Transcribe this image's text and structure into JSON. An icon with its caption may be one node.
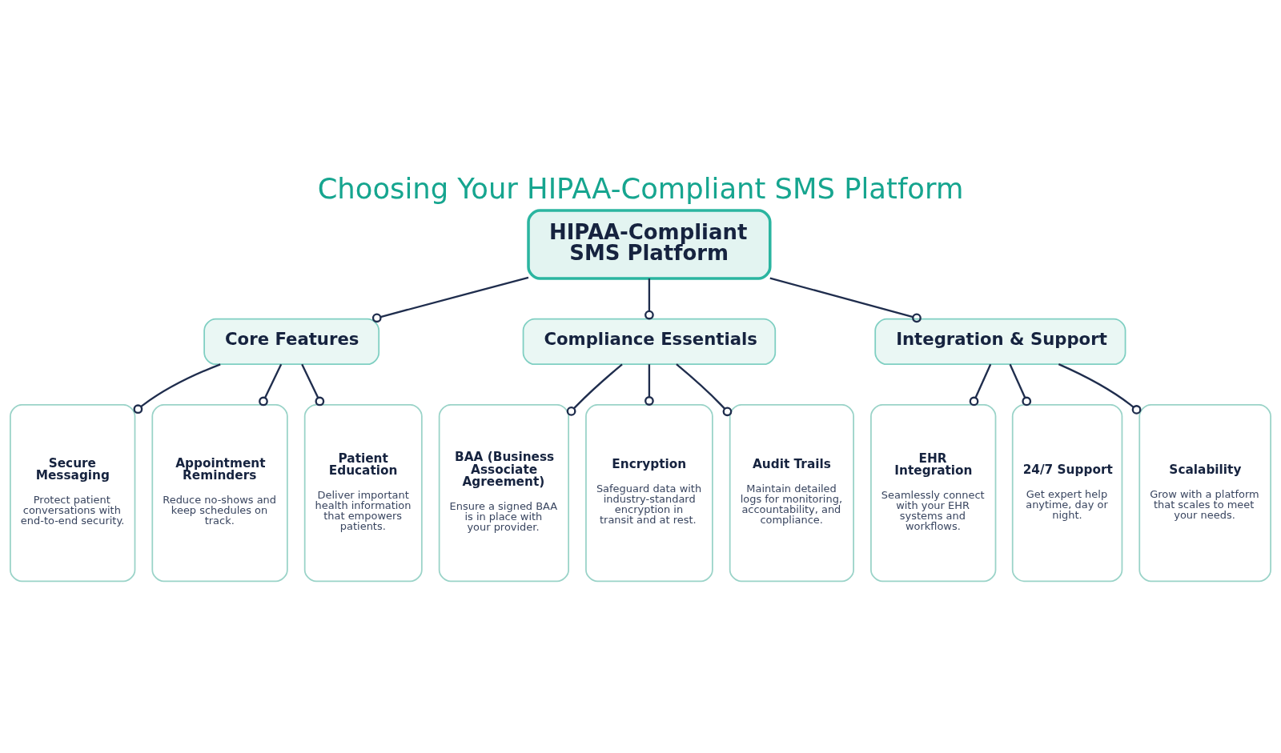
{
  "diagram": {
    "title": "Choosing Your HIPAA-Compliant SMS Platform",
    "nodes": [
      {
        "text": [
          "HIPAA-Compliant SMS Platform"
        ]
      },
      {
        "text": [
          "Core Features"
        ]
      },
      {
        "text": [
          "Compliance Essentials"
        ]
      },
      {
        "text": [
          "Integration & Support"
        ]
      },
      {
        "text": [
          "Secure Messaging",
          "Protect patient conversations with end-to-end security."
        ]
      },
      {
        "text": [
          "Appointment Reminders",
          "Reduce no-shows and keep schedules on track."
        ]
      },
      {
        "text": [
          "Patient Education",
          "Deliver important health information that empowers patients."
        ]
      },
      {
        "text": [
          "BAA (Business Associate Agreement)",
          "Ensure a signed BAA is in place with your provider."
        ]
      },
      {
        "text": [
          "Encryption",
          "Safeguard data with industry-standard encryption in transit and at rest."
        ]
      },
      {
        "text": [
          "Audit Trails",
          "Maintain detailed logs for monitoring, accountability, and compliance."
        ]
      },
      {
        "text": [
          "EHR Integration",
          "Seamlessly connect with your EHR systems and workflows."
        ]
      },
      {
        "text": [
          "24/7 Support",
          "Get expert help anytime, day or night."
        ]
      },
      {
        "text": [
          "Scalability",
          "Grow with a platform that scales to meet your needs."
        ]
      }
    ],
    "edges": [
      {
        "from": 0,
        "to": 1,
        "arrow": "other"
      },
      {
        "from": 0,
        "to": 2,
        "arrow": "other"
      },
      {
        "from": 0,
        "to": 3,
        "arrow": "other"
      },
      {
        "from": 1,
        "to": 4,
        "arrow": "other"
      },
      {
        "from": 1,
        "to": 5,
        "arrow": "other"
      },
      {
        "from": 1,
        "to": 6,
        "arrow": "other"
      },
      {
        "from": 2,
        "to": 7,
        "arrow": "other"
      },
      {
        "from": 2,
        "to": 8,
        "arrow": "other"
      },
      {
        "from": 2,
        "to": 9,
        "arrow": "other"
      },
      {
        "from": 3,
        "to": 10,
        "arrow": "other"
      },
      {
        "from": 3,
        "to": 11,
        "arrow": "other"
      },
      {
        "from": 3,
        "to": 12,
        "arrow": "other"
      }
    ]
  }
}
